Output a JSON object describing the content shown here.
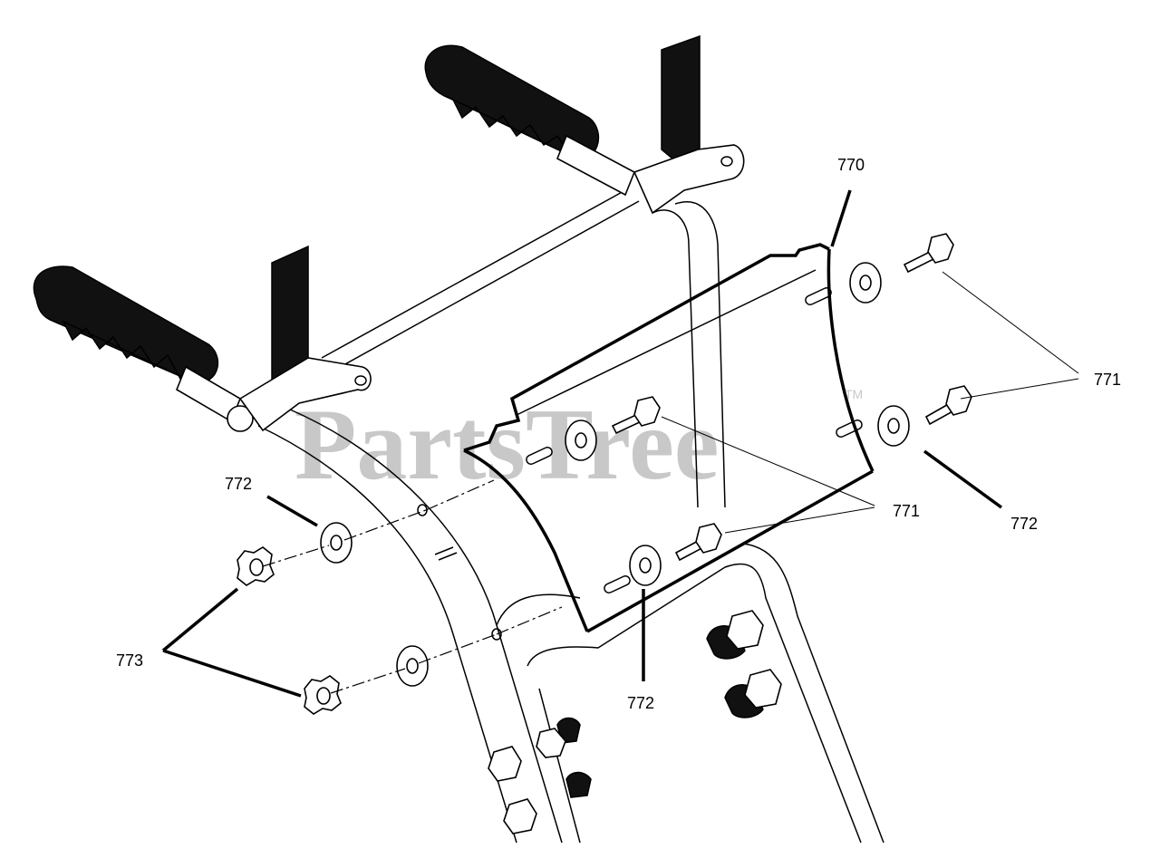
{
  "watermark": {
    "brand": "PartsTree",
    "trademark": "TM"
  },
  "callouts": {
    "c770": "770",
    "c771_right": "771",
    "c771_center": "771",
    "c772_left": "772",
    "c772_right": "772",
    "c772_bottom": "772",
    "c773": "773"
  }
}
